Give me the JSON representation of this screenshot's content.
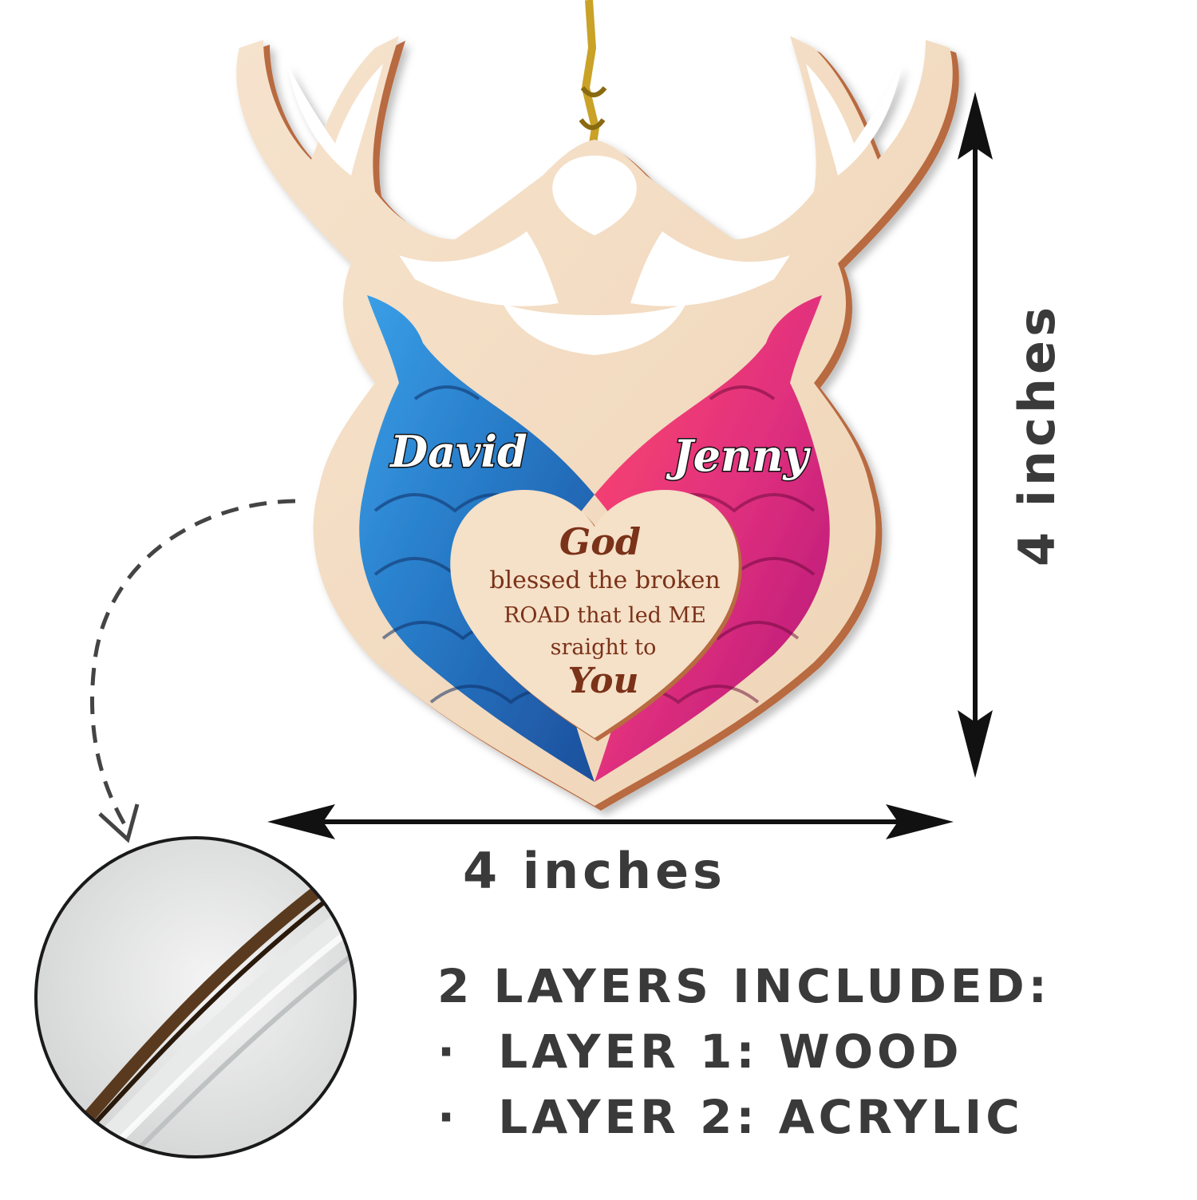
{
  "ornament": {
    "name_left": "David",
    "name_right": "Jenny",
    "quote_line1": "God",
    "quote_line2": "blessed the broken",
    "quote_line3": "ROAD that led ME",
    "quote_line4": "sraight to",
    "quote_line5": "You"
  },
  "dimensions": {
    "width_label": "4 inches",
    "height_label": "4 inches"
  },
  "layers": {
    "heading": "2 LAYERS INCLUDED:",
    "bullet": "·",
    "layer1": "LAYER 1: WOOD",
    "layer2": "LAYER 2: ACRYLIC"
  },
  "colors": {
    "wood": "#f3dcc2",
    "wood_edge": "#b86a3f",
    "blue": "#2f7fc8",
    "pink": "#e0307a",
    "text_brown": "#7a3218",
    "label_gray": "#3a3a3a"
  }
}
